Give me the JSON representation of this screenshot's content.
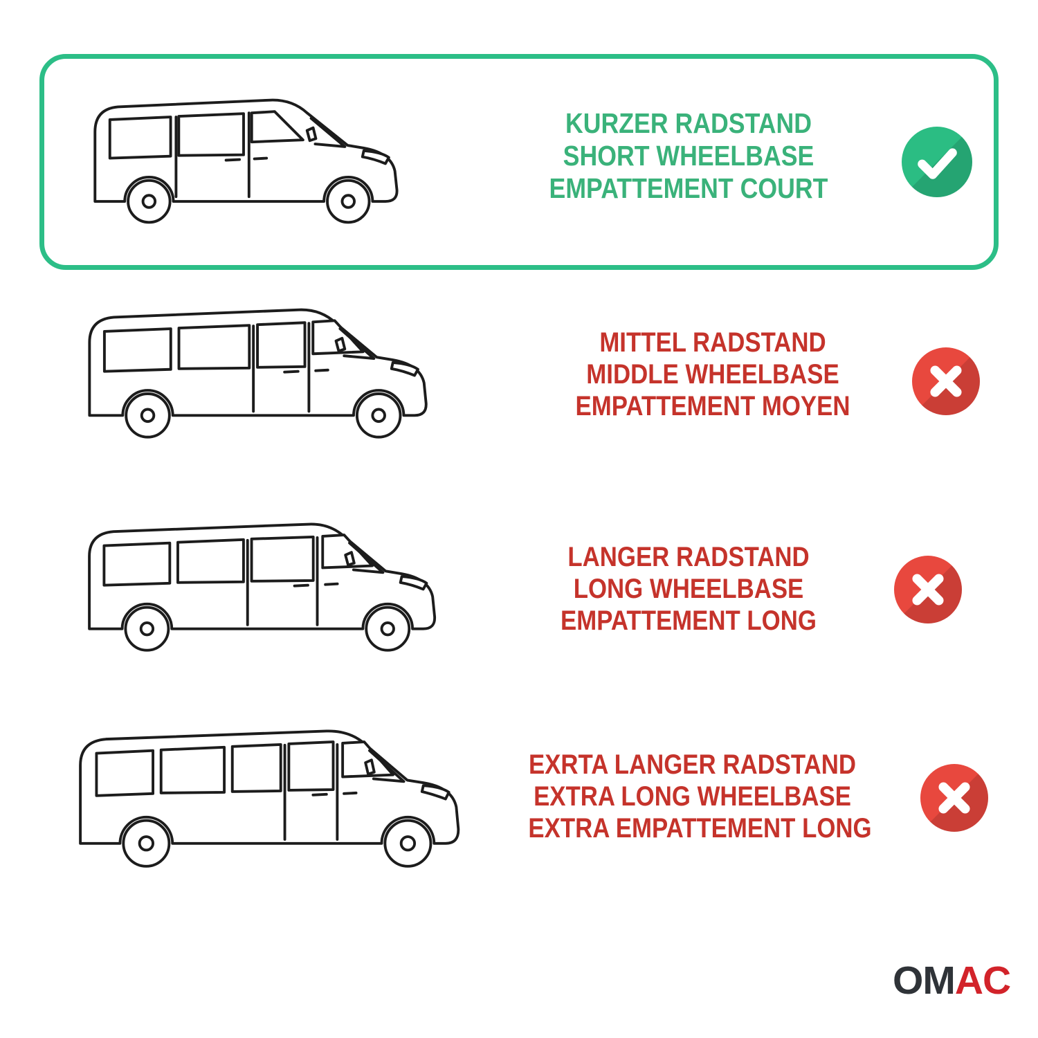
{
  "rows": [
    {
      "id": "short-wheelbase",
      "highlighted": true,
      "status": "included",
      "icon": "check-icon",
      "van": "short-wheelbase-van",
      "lines": [
        "KURZER RADSTAND",
        "SHORT WHEELBASE",
        "EMPATTEMENT COURT"
      ]
    },
    {
      "id": "middle-wheelbase",
      "highlighted": false,
      "status": "excluded",
      "icon": "cross-icon",
      "van": "middle-wheelbase-van",
      "lines": [
        "MITTEL RADSTAND",
        "MIDDLE WHEELBASE",
        "EMPATTEMENT MOYEN"
      ]
    },
    {
      "id": "long-wheelbase",
      "highlighted": false,
      "status": "excluded",
      "icon": "cross-icon",
      "van": "long-wheelbase-van",
      "lines": [
        "LANGER RADSTAND",
        "LONG WHEELBASE",
        "EMPATTEMENT LONG"
      ]
    },
    {
      "id": "extra-long-wheelbase",
      "highlighted": false,
      "status": "excluded",
      "icon": "cross-icon",
      "van": "extra-long-wheelbase-van",
      "lines": [
        "EXRTA LANGER RADSTAND",
        "EXTRA LONG WHEELBASE",
        "EXTRA EMPATTEMENT LONG"
      ]
    }
  ],
  "logo": {
    "prefix": "OM",
    "suffix": "AC"
  },
  "colors": {
    "highlight_green": "#2CBE87",
    "text_green": "#3AB27A",
    "icon_green": "#2BBD83",
    "text_red": "#C5332B",
    "icon_red": "#E8483E",
    "line_art": "#1C1C1C",
    "logo_dark": "#2F3338",
    "logo_red": "#D2232A",
    "background": "#FFFFFF"
  }
}
